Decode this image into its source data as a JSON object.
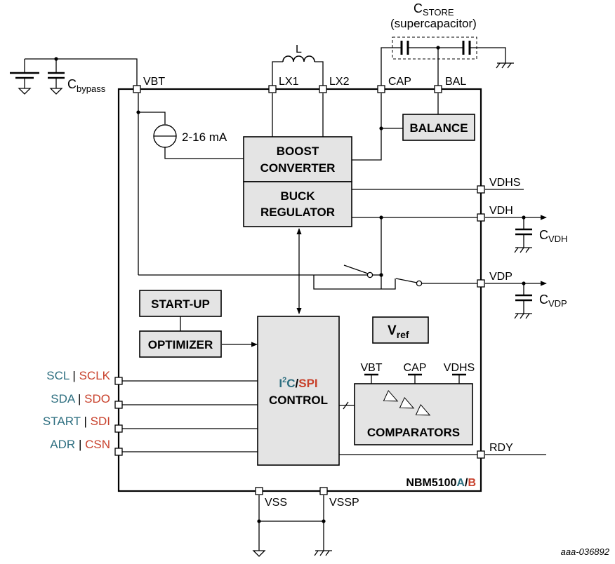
{
  "colors": {
    "i2c_teal": "#2e6f80",
    "spi_red": "#c8412c",
    "block_fill": "#e4e4e4"
  },
  "labels": {
    "cstore_main": "C",
    "cstore_sub": "STORE",
    "cstore_desc": "(supercapacitor)",
    "inductor": "L",
    "cbypass_main": "C",
    "cbypass_sub": "bypass",
    "current_source": "2-16 mA",
    "cvdh_main": "C",
    "cvdh_sub": "VDH",
    "cvdp_main": "C",
    "cvdp_sub": "VDP",
    "figure_id": "aaa-036892"
  },
  "pins": {
    "vbt": "VBT",
    "lx1": "LX1",
    "lx2": "LX2",
    "cap": "CAP",
    "bal": "BAL",
    "vdhs": "VDHS",
    "vdh": "VDH",
    "vdp": "VDP",
    "rdy": "RDY",
    "vss": "VSS",
    "vssp": "VSSP"
  },
  "left_pins": [
    {
      "i2c": "SCL",
      "spi": "SCLK"
    },
    {
      "i2c": "SDA",
      "spi": "SDO"
    },
    {
      "i2c": "START",
      "spi": "SDI"
    },
    {
      "i2c": "ADR",
      "spi": "CSN"
    }
  ],
  "pin_separator": "|",
  "blocks": {
    "boost_line1": "BOOST",
    "boost_line2": "CONVERTER",
    "buck_line1": "BUCK",
    "buck_line2": "REGULATOR",
    "balance": "BALANCE",
    "startup": "START-UP",
    "optimizer": "OPTIMIZER",
    "vref_main": "V",
    "vref_sub": "ref",
    "control_i": "I",
    "control_sup": "2",
    "control_c": "C",
    "control_slash": "/",
    "control_spi": "SPI",
    "control_line2": "CONTROL",
    "comparators": "COMPARATORS",
    "comp_vbt": "VBT",
    "comp_cap": "CAP",
    "comp_vdhs": "VDHS"
  },
  "part": {
    "base": "NBM5100",
    "variant_a": "A",
    "slash": "/",
    "variant_b": "B"
  }
}
